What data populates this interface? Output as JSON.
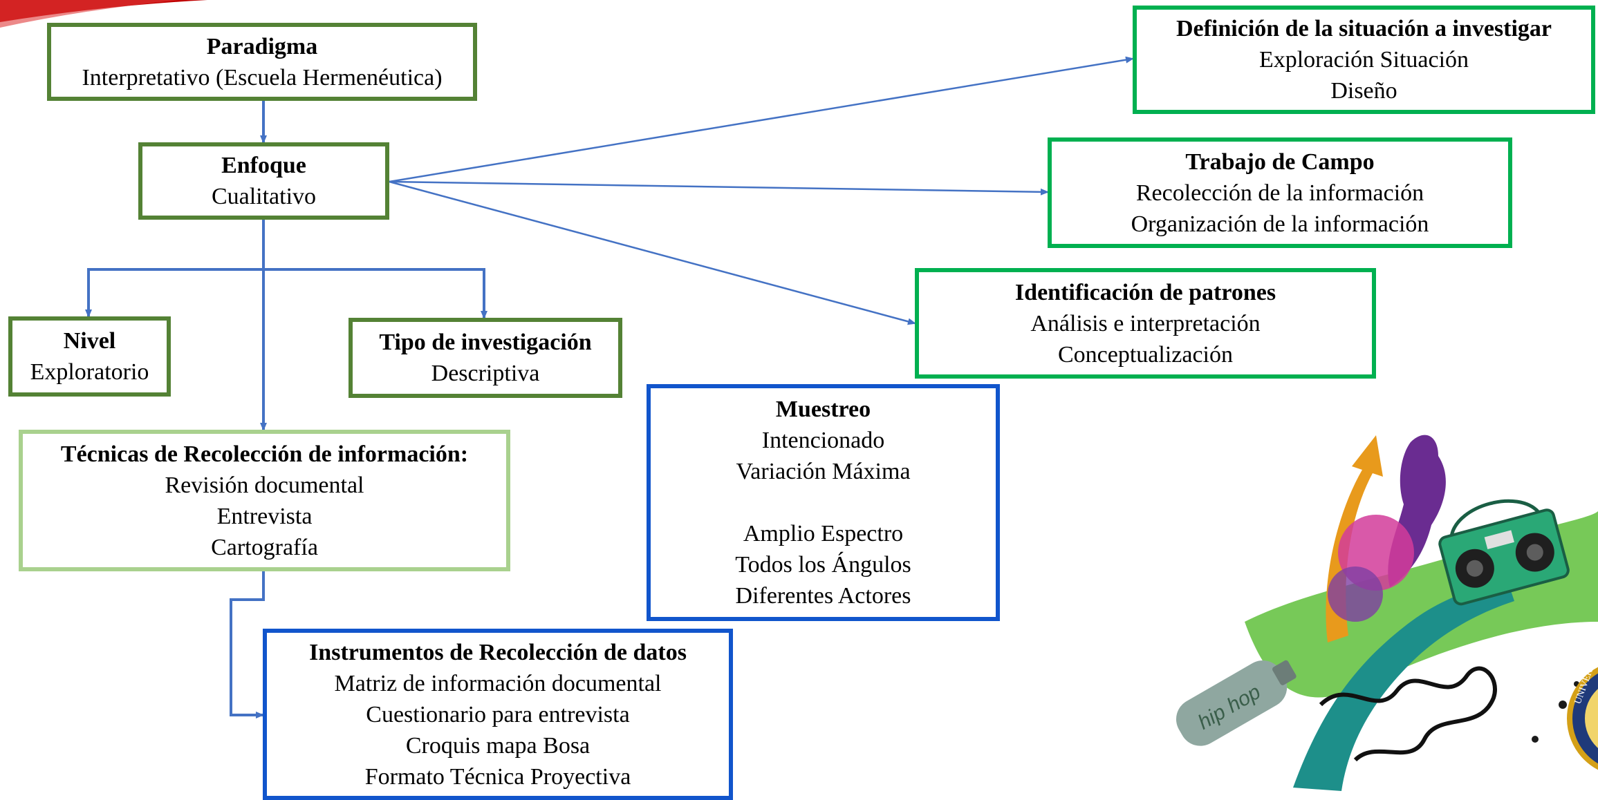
{
  "colors": {
    "connector": "#4472c4",
    "dark_green_border": "#548235",
    "green_border": "#00b050",
    "light_green_border": "#a9d18e",
    "blue_border": "#1155cc",
    "accent_red": "#c00000"
  },
  "nodes": {
    "paradigma": {
      "title": "Paradigma",
      "lines": [
        "Interpretativo (Escuela Hermenéutica)"
      ]
    },
    "enfoque": {
      "title": "Enfoque",
      "lines": [
        "Cualitativo"
      ]
    },
    "nivel": {
      "title": "Nivel",
      "lines": [
        "Exploratorio"
      ]
    },
    "tipo": {
      "title": "Tipo de investigación",
      "lines": [
        "Descriptiva"
      ]
    },
    "tecnicas": {
      "title": "Técnicas de Recolección de información:",
      "lines": [
        "Revisión documental",
        "Entrevista",
        "Cartografía"
      ]
    },
    "instrumentos": {
      "title": "Instrumentos de Recolección de datos",
      "lines": [
        "Matriz de información documental",
        "Cuestionario para entrevista",
        "Croquis mapa Bosa",
        "Formato Técnica Proyectiva"
      ]
    },
    "muestreo": {
      "title": "Muestreo",
      "lines": [
        "Intencionado",
        "Variación Máxima",
        "",
        "Amplio Espectro",
        "Todos los Ángulos",
        "Diferentes Actores"
      ]
    },
    "definicion": {
      "title": "Definición de la situación a investigar",
      "lines": [
        "Exploración Situación",
        "Diseño"
      ]
    },
    "trabajo": {
      "title": "Trabajo de Campo",
      "lines": [
        "Recolección de la información",
        "Organización de la información"
      ]
    },
    "identificacion": {
      "title": "Identificación de patrones",
      "lines": [
        "Análisis e interpretación",
        "Conceptualización"
      ]
    }
  },
  "decorations": {
    "hip_hop_graphic": {
      "icon": "hip-hop-art-illustration",
      "spray_can_text": "hip hop"
    },
    "university_seal": {
      "icon": "university-seal-icon",
      "text": "UNIVERSIDAD COL"
    },
    "corner_swoosh": {
      "icon": "red-swoosh-decoration"
    }
  }
}
